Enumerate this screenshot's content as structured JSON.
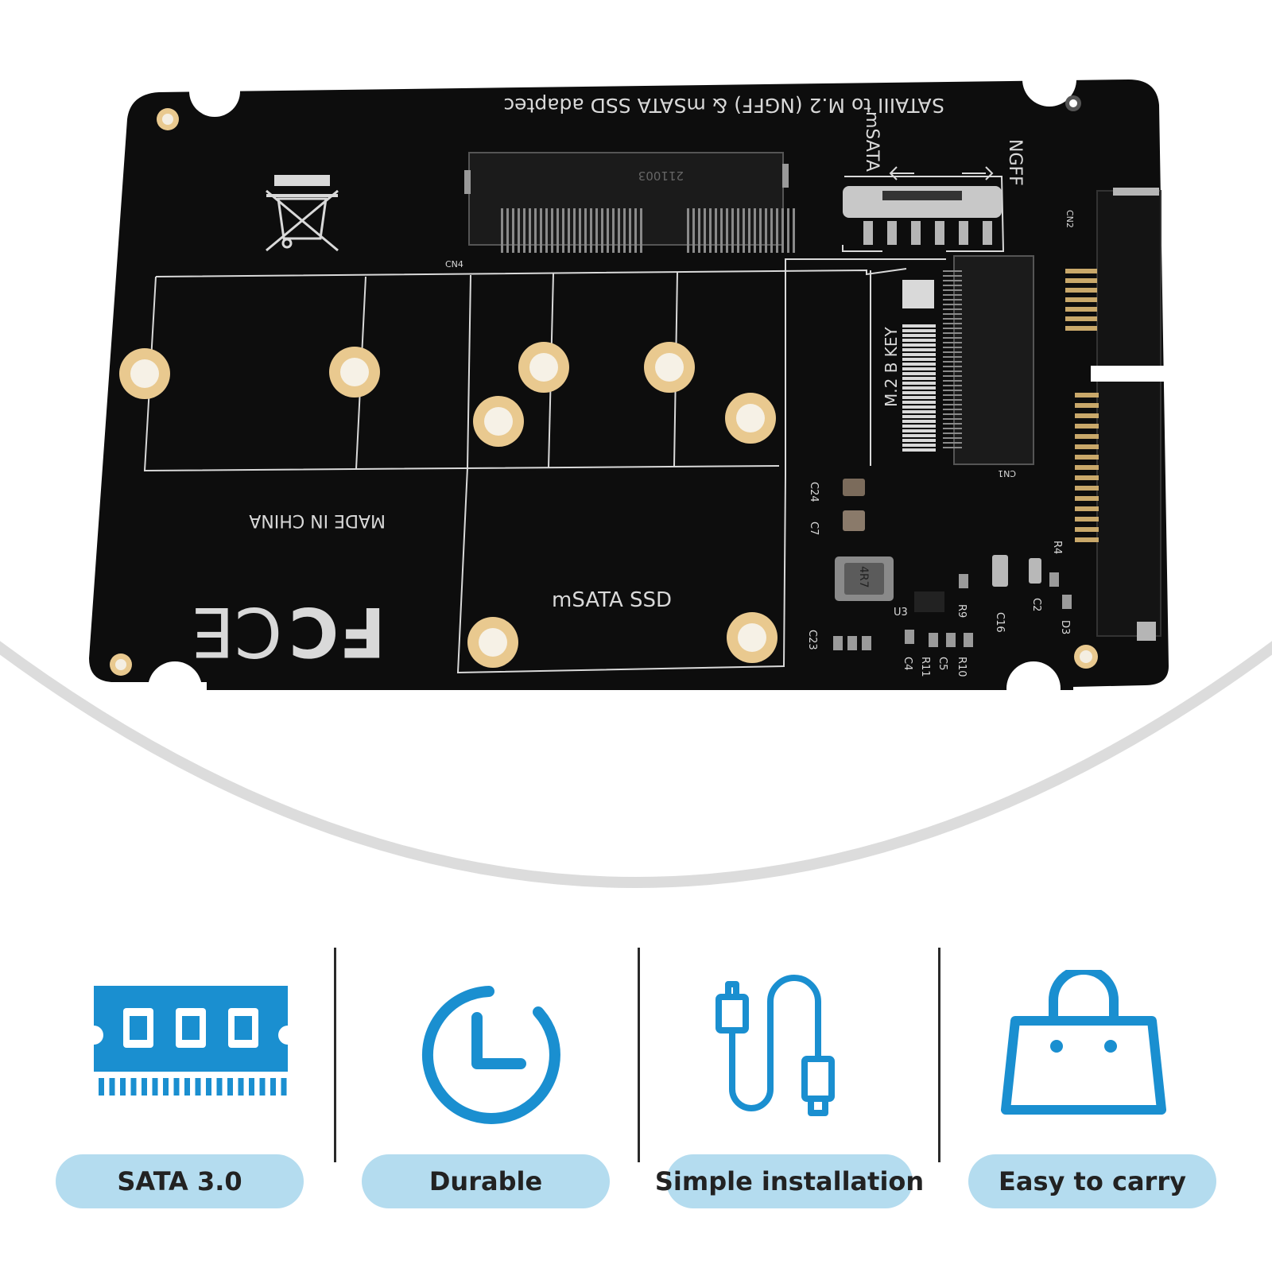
{
  "board": {
    "title": "SATAIII to M.2 (NGFF) & mSATA SSD adaptec",
    "msata_label": "mSATA",
    "ngff_label": "NGFF",
    "m2_key_label": "M.2 B KEY",
    "msata_ssd_label": "mSATA SSD",
    "made_in": "MADE IN CHINA",
    "connector_code": "211003",
    "inductor_code": "4R7",
    "refs": {
      "cn4": "CN4",
      "cn1": "CN1",
      "cn2": "CN2",
      "c24": "C24",
      "c7": "C7",
      "c23": "C23",
      "c4": "C4",
      "c5": "C5",
      "c16": "C16",
      "c2": "C2",
      "r9": "R9",
      "r10": "R10",
      "r11": "R11",
      "r4": "R4",
      "d3": "D3",
      "u3": "U3"
    }
  },
  "colors": {
    "pcb": "#0d0d0d",
    "silkscreen": "#d9d9d9",
    "gold_pad": "#e9c98f",
    "accent": "#1a8fd0",
    "pill": "#b4dcef",
    "arc": "#dcdcdc"
  },
  "features": [
    {
      "label": "SATA 3.0",
      "icon": "memory-chip-icon"
    },
    {
      "label": "Durable",
      "icon": "clock-icon"
    },
    {
      "label": "Simple installation",
      "icon": "cable-icon"
    },
    {
      "label": "Easy to carry",
      "icon": "shopping-bag-icon"
    }
  ]
}
